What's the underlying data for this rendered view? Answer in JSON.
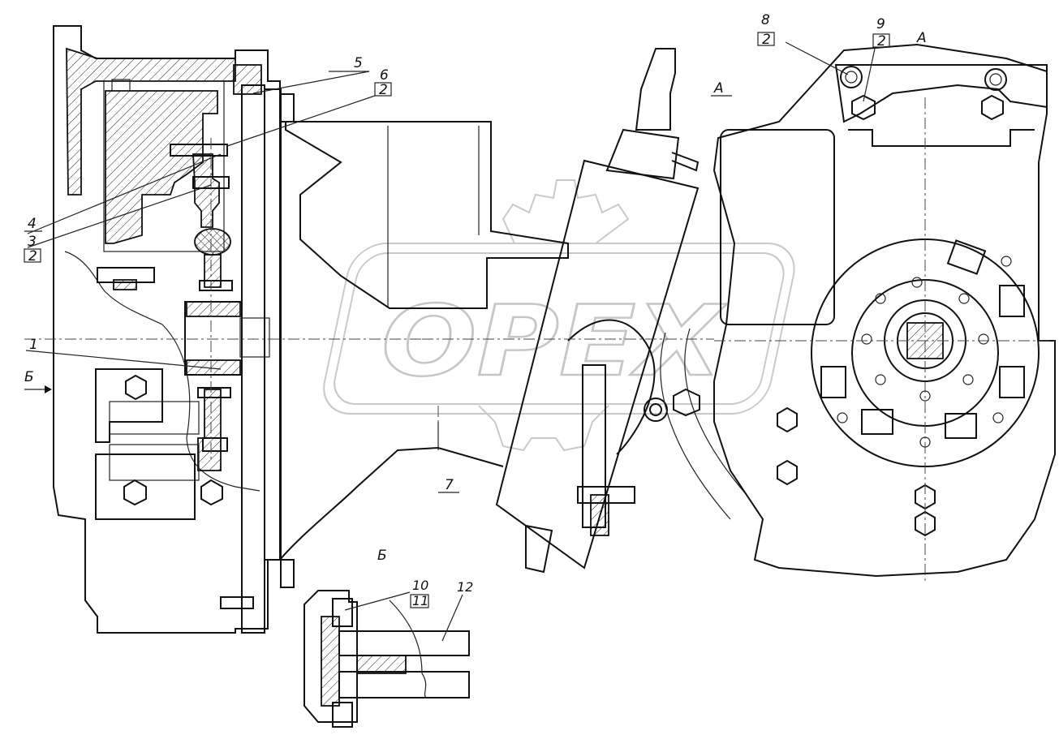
{
  "watermark": {
    "text": "OPEX"
  },
  "view_labels": {
    "a_left": "А",
    "a_right": "А",
    "b_left": "Б",
    "b_detail": "Б"
  },
  "callouts": {
    "c1": "1",
    "c3_top": "3",
    "c3_bottom": "2",
    "c4": "4",
    "c5": "5",
    "c6_top": "6",
    "c6_bottom": "2",
    "c7": "7",
    "c8_top": "8",
    "c8_bottom": "2",
    "c9_top": "9",
    "c9_bottom": "2",
    "c10_top": "10",
    "c10_bottom": "11",
    "c12": "12"
  },
  "colors": {
    "ink": "#111111",
    "watermark": "#c6c6c6",
    "background": "#ffffff"
  }
}
